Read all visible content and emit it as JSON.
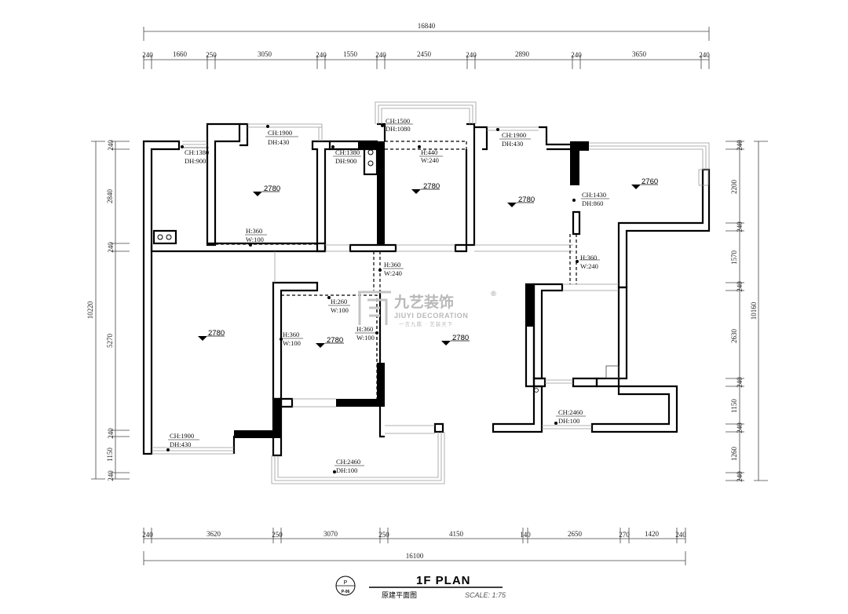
{
  "dimensions": {
    "top_total": "16840",
    "top_segments": [
      "240",
      "1660",
      "250",
      "3050",
      "240",
      "1550",
      "240",
      "2450",
      "240",
      "2890",
      "240",
      "3650",
      "240"
    ],
    "bottom_total": "16100",
    "bottom_segments": [
      "240",
      "3620",
      "250",
      "3070",
      "250",
      "4150",
      "140",
      "2650",
      "270",
      "1420",
      "240"
    ],
    "left_total": "10220",
    "left_segments": [
      "240",
      "2840",
      "240",
      "5270",
      "240",
      "1150",
      "240"
    ],
    "right_total": "10160",
    "right_segments": [
      "240",
      "2200",
      "240",
      "1570",
      "240",
      "2630",
      "240",
      "1150",
      "240",
      "1260",
      "240"
    ]
  },
  "rooms": [
    {
      "height": "2780"
    },
    {
      "height": "2780"
    },
    {
      "height": "2780"
    },
    {
      "height": "2760"
    },
    {
      "height": "2780"
    },
    {
      "height": "2780"
    },
    {
      "height": "2780"
    }
  ],
  "notes": {
    "n1a": "CH:1380",
    "n1b": "DH:900",
    "n2a": "CH:1900",
    "n2b": "DH:430",
    "n3a": "CH:1380",
    "n3b": "DH:900",
    "n4a": "CH:1500",
    "n4b": "DH:1080",
    "n5a": "H:440",
    "n5b": "W:240",
    "n6a": "CH:1900",
    "n6b": "DH:430",
    "n7a": "CH:1430",
    "n7b": "DH:860",
    "n8a": "H:360",
    "n8b": "W:100",
    "n9a": "H:360",
    "n9b": "W:240",
    "n10a": "H:360",
    "n10b": "W:240",
    "n11a": "H:260",
    "n11b": "W:100",
    "n12a": "H:360",
    "n12b": "W:100",
    "n13a": "H:360",
    "n13b": "W:100",
    "n14a": "CH:1900",
    "n14b": "DH:430",
    "n15a": "CH:2460",
    "n15b": "DH:100",
    "n16a": "CH:2460",
    "n16b": "DH:100"
  },
  "logo": {
    "chinese": "九艺装饰",
    "english": "JIUYI DECORATION",
    "tagline": "一言九鼎 · 艺装天下",
    "registered": "®"
  },
  "title_block": {
    "title": "1F PLAN",
    "subtitle": "原建平面图",
    "scale": "SCALE:  1:75",
    "badge_top": "P",
    "badge_bottom": "P-06"
  },
  "colors": {
    "line": "#000000",
    "dim": "#222222",
    "watermark": "#b9b9b9"
  }
}
